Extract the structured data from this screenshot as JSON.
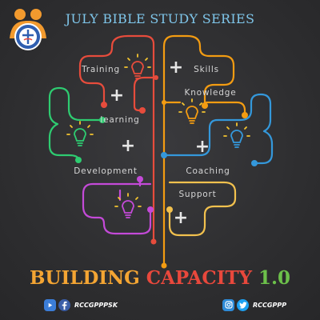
{
  "header": {
    "series_title": "JULY BIBLE STUDY SERIES"
  },
  "logo": {
    "name": "church-logo",
    "colors": {
      "orange": "#f29a2e",
      "blue": "#2f5fb0",
      "white": "#ffffff"
    }
  },
  "brain": {
    "left_labels": {
      "training": "Training",
      "learning": "learning",
      "development": "Development"
    },
    "right_labels": {
      "skills": "Skills",
      "knowledge": "Knowledge",
      "coaching": "Coaching",
      "support": "Support"
    },
    "plus_sign": "+",
    "colors": {
      "left_top": "#e74c3c",
      "left_middle": "#2ecc71",
      "left_bottom": "#c44ad8",
      "right_top": "#f39c12",
      "right_middle": "#3498db",
      "right_bottom": "#f2c14e",
      "bulb": "#f4c430"
    },
    "icons": [
      "lightbulb-icon"
    ]
  },
  "headline": {
    "word1": "BUILDING",
    "word2": "CAPACITY",
    "version": "1.0",
    "colors": {
      "word1": "#f4a533",
      "word2": "#e8483c",
      "version": "#6cc04a"
    }
  },
  "social": {
    "left": {
      "handle": "RCCGPPPSK",
      "icons": [
        "youtube-icon",
        "facebook-icon"
      ],
      "colors": {
        "youtube": "#3b7dd8",
        "facebook": "#3b5ea8"
      }
    },
    "right": {
      "handle": "RCCGPPP",
      "icons": [
        "instagram-icon",
        "twitter-icon"
      ],
      "colors": {
        "instagram": "#2e8bd8",
        "twitter": "#1da1f2"
      }
    }
  }
}
